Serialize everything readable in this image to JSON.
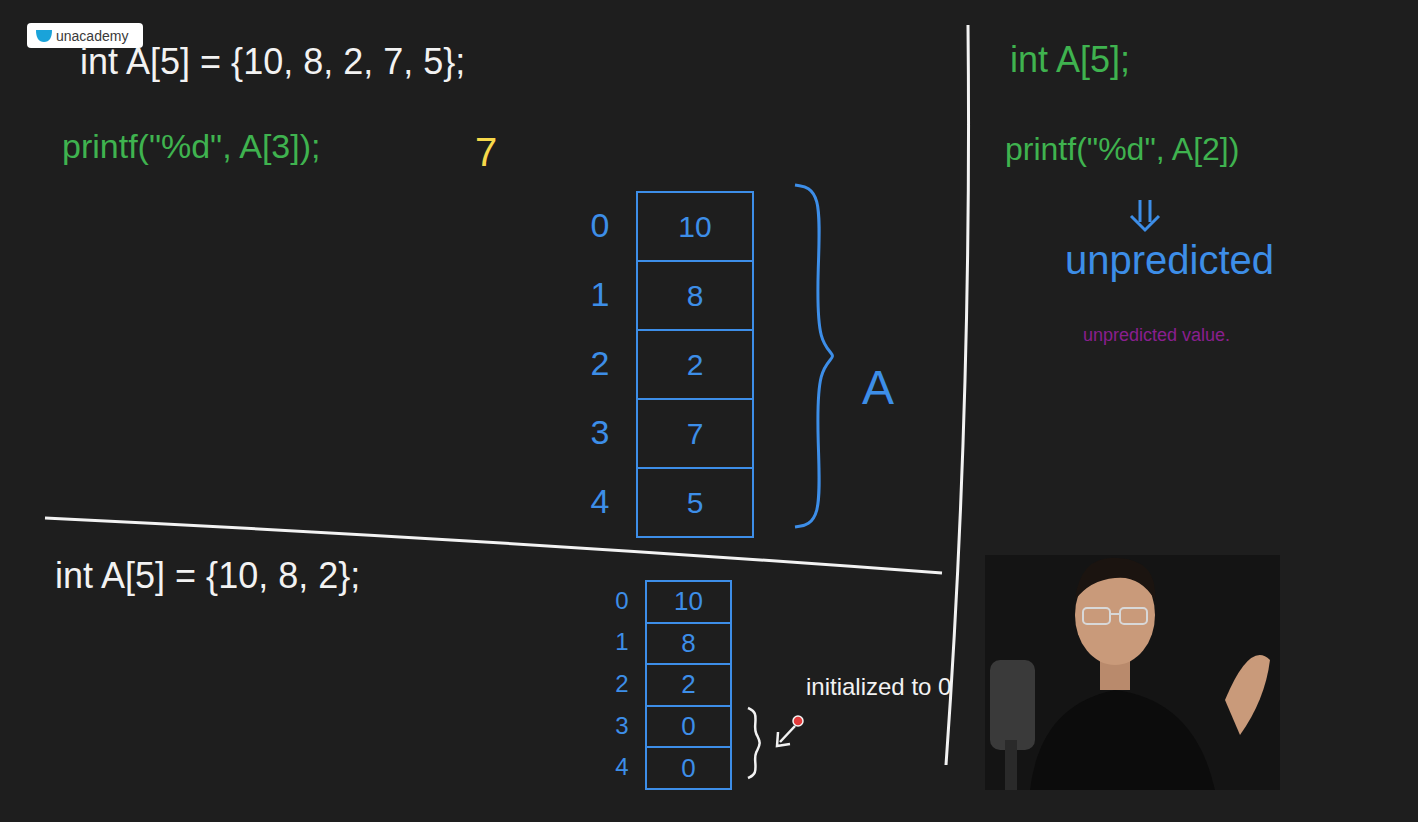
{
  "diagram": {
    "nodes": [
      {
        "text": [
          "unacademy"
        ]
      },
      {
        "text": [
          "10"
        ]
      },
      {
        "text": [
          "8"
        ]
      },
      {
        "text": [
          "2"
        ]
      },
      {
        "text": [
          "7"
        ]
      },
      {
        "text": [
          "5"
        ]
      },
      {
        "text": [
          "10"
        ]
      },
      {
        "text": [
          "8"
        ]
      },
      {
        "text": [
          "2"
        ]
      },
      {
        "text": [
          "0"
        ]
      },
      {
        "text": [
          "0"
        ]
      }
    ],
    "labels": [
      "int A[5] = {10, 8, 2, 7, 5};",
      "printf(\"%d\", A[3]);",
      "7",
      "0",
      "1",
      "2",
      "3",
      "4",
      "A",
      "int A[5] = {10, 8, 2};",
      "0",
      "1",
      "2",
      "3",
      "4",
      "initialized to 0",
      "int A[5];",
      "printf(\"%d\", A[2])",
      "unpredicted",
      "unpredicted value."
    ]
  }
}
